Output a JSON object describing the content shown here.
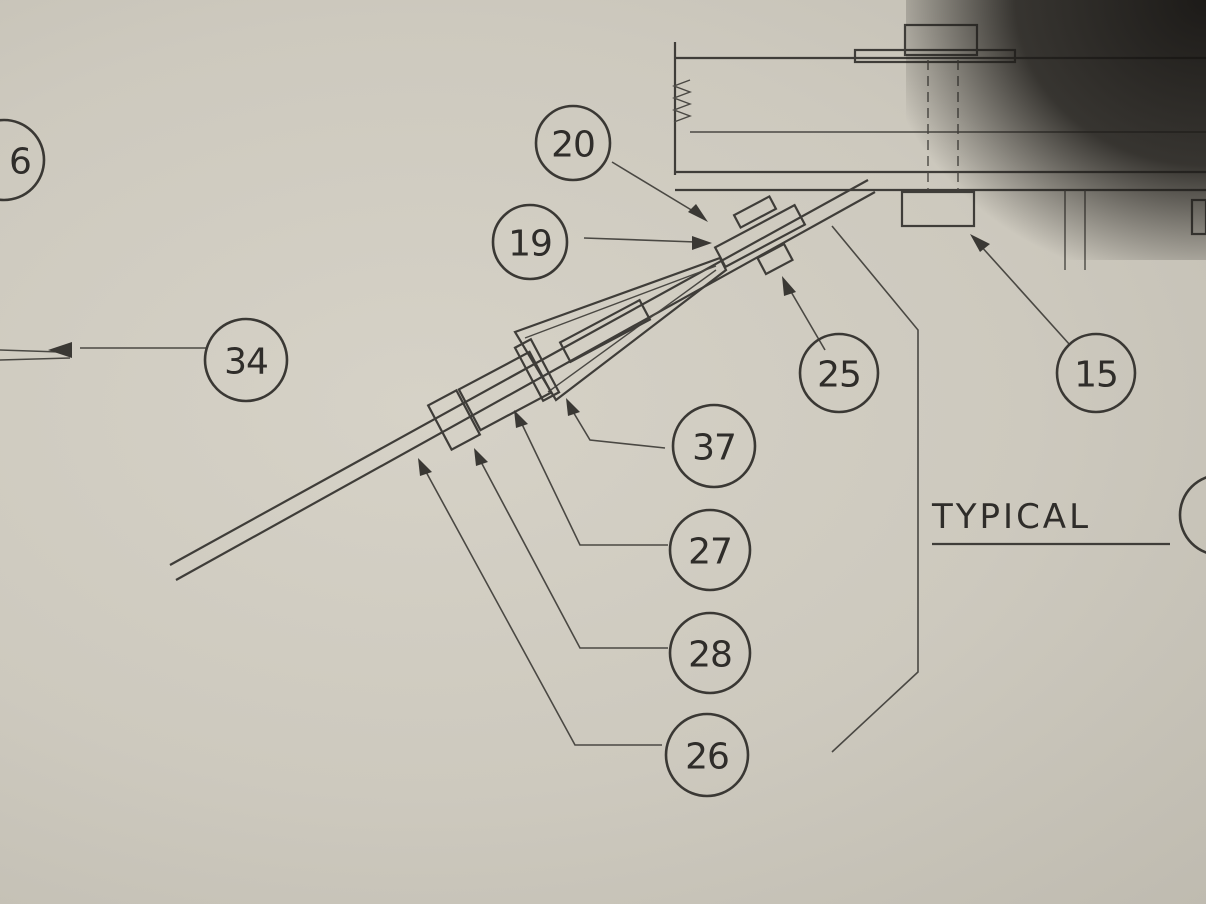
{
  "callouts": [
    {
      "id": "c20",
      "label": "20"
    },
    {
      "id": "c19",
      "label": "19"
    },
    {
      "id": "c34",
      "label": "34"
    },
    {
      "id": "c25",
      "label": "25"
    },
    {
      "id": "c15",
      "label": "15"
    },
    {
      "id": "c37",
      "label": "37"
    },
    {
      "id": "c27",
      "label": "27"
    },
    {
      "id": "c28",
      "label": "28"
    },
    {
      "id": "c26",
      "label": "26"
    },
    {
      "id": "c6",
      "label": "6"
    }
  ],
  "title": {
    "text": "TYPICAL"
  }
}
